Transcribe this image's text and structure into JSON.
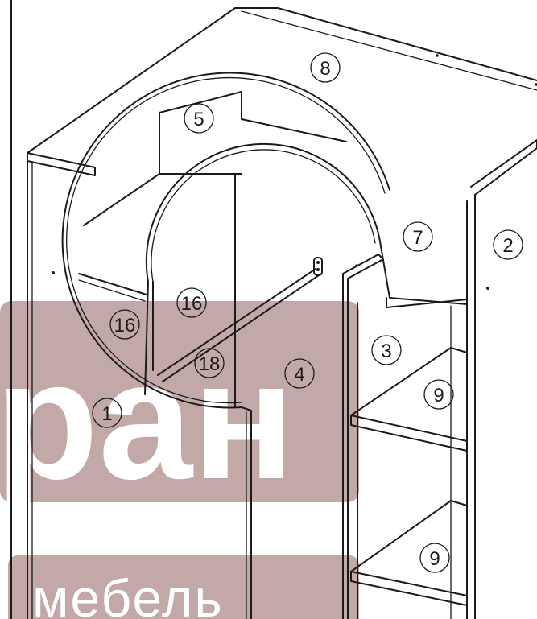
{
  "diagram": {
    "callouts": [
      {
        "id": "c1",
        "label": "1"
      },
      {
        "id": "c2",
        "label": "2"
      },
      {
        "id": "c3",
        "label": "3"
      },
      {
        "id": "c4",
        "label": "4"
      },
      {
        "id": "c5",
        "label": "5"
      },
      {
        "id": "c7",
        "label": "7"
      },
      {
        "id": "c8",
        "label": "8"
      },
      {
        "id": "c9a",
        "label": "9"
      },
      {
        "id": "c9b",
        "label": "9"
      },
      {
        "id": "c16a",
        "label": "16"
      },
      {
        "id": "c16b",
        "label": "16"
      },
      {
        "id": "c18",
        "label": "18"
      }
    ]
  },
  "watermark": {
    "main_text": "ран",
    "sub_text": "мебель",
    "color": "#8b5a57"
  }
}
